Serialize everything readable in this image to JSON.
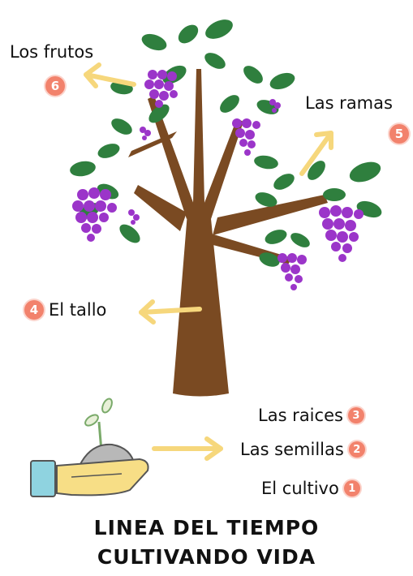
{
  "labels": {
    "frutos": "Los frutos",
    "ramas": "Las ramas",
    "tallo": "El tallo",
    "raices": "Las raices",
    "semillas": "Las semillas",
    "cultivo": "El cultivo"
  },
  "badges": {
    "frutos": "6",
    "ramas": "5",
    "tallo": "4",
    "raices": "3",
    "semillas": "2",
    "cultivo": "1"
  },
  "title": {
    "line1": "LINEA DEL TIEMPO",
    "line2": "CULTIVANDO VIDA"
  },
  "colors": {
    "trunk": "#7a4a22",
    "leaf": "#2f7f3e",
    "grape": "#9b35c9",
    "arrow": "#f6d77c",
    "badge": "#f2826c",
    "hand": "#f7de86",
    "cuff": "#8fd3e0"
  }
}
